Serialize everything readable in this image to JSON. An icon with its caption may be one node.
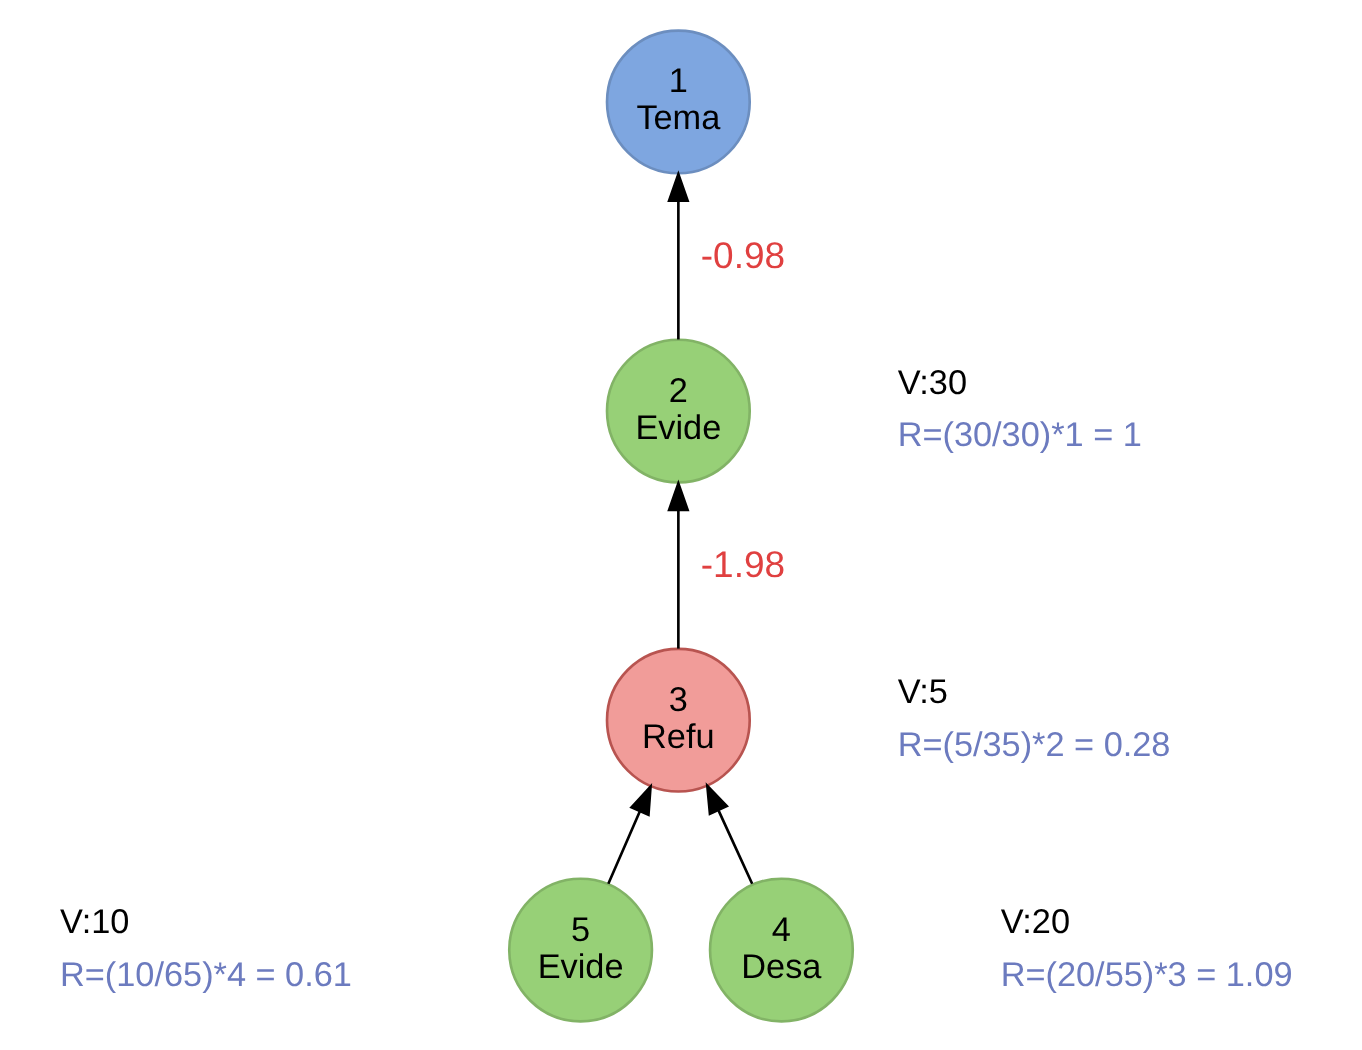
{
  "diagram": {
    "nodes": [
      {
        "text": [
          "1",
          "Tema"
        ]
      },
      {
        "text": [
          "2",
          "Evide"
        ],
        "beside": [
          "V:30",
          "R=(30/30)*1 = 1"
        ]
      },
      {
        "text": [
          "3",
          "Refu"
        ],
        "beside": [
          "V:5",
          "R=(5/35)*2 = 0.28"
        ]
      },
      {
        "text": [
          "5",
          "Evide"
        ],
        "beside": [
          "V:10",
          "R=(10/65)*4 = 0.61"
        ]
      },
      {
        "text": [
          "4",
          "Desa"
        ],
        "beside": [
          "V:20",
          "R=(20/55)*3 = 1.09"
        ]
      }
    ],
    "edges": [
      {
        "from": 1,
        "to": 0,
        "arrow": "to",
        "label": "-0.98"
      },
      {
        "from": 2,
        "to": 1,
        "arrow": "to",
        "label": "-1.98"
      },
      {
        "from": 3,
        "to": 2,
        "arrow": "to"
      },
      {
        "from": 4,
        "to": 2,
        "arrow": "to"
      }
    ]
  }
}
